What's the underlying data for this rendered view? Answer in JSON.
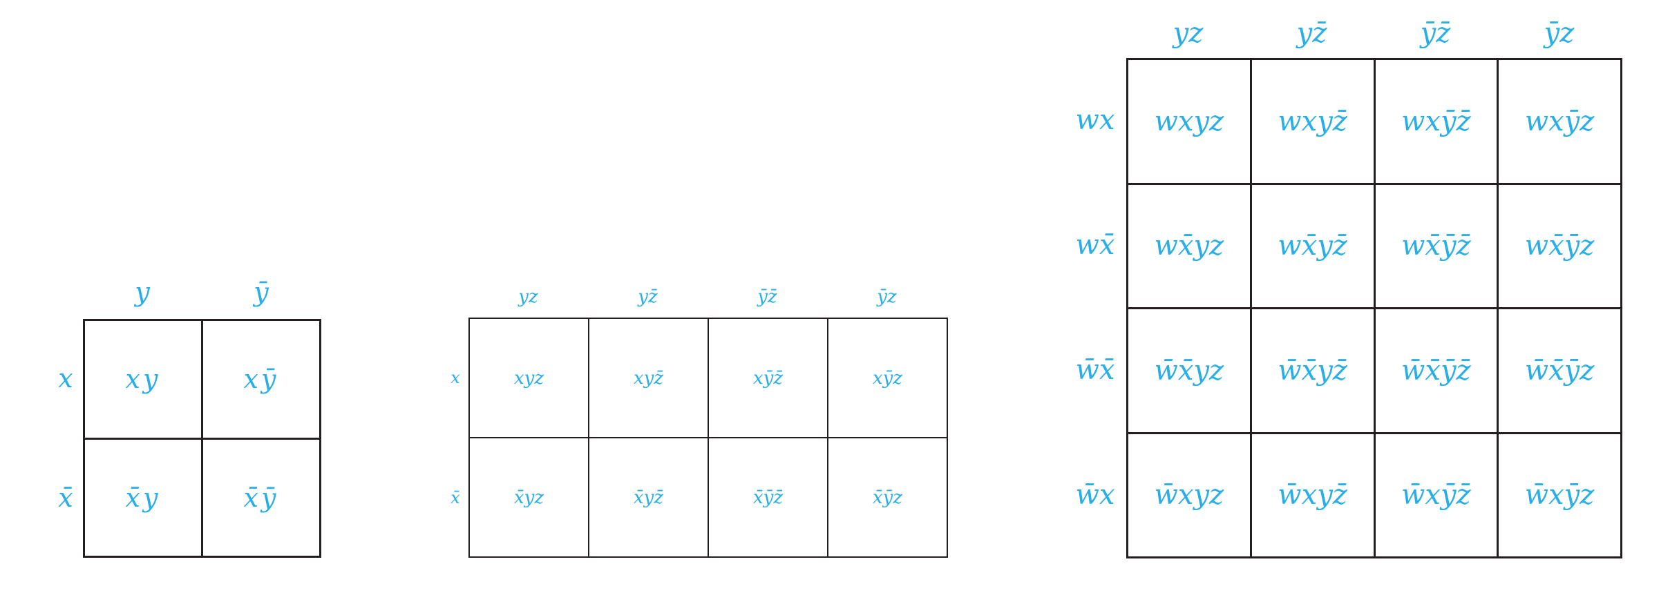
{
  "maps": [
    {
      "columns": [
        "y",
        "ȳ"
      ],
      "rows": [
        "x",
        "x̄"
      ],
      "cells": [
        [
          "xy",
          "xȳ"
        ],
        [
          "x̄y",
          "x̄ȳ"
        ]
      ]
    },
    {
      "columns": [
        "yz",
        "yz̄",
        "ȳz̄",
        "ȳz"
      ],
      "rows": [
        "x",
        "x̄"
      ],
      "cells": [
        [
          "xyz",
          "xyz̄",
          "xȳz̄",
          "xȳz"
        ],
        [
          "x̄yz",
          "x̄yz̄",
          "x̄ȳz̄",
          "x̄ȳz"
        ]
      ]
    },
    {
      "columns": [
        "yz",
        "yz̄",
        "ȳz̄",
        "ȳz"
      ],
      "rows": [
        "wx",
        "wx̄",
        "w̄x̄",
        "w̄x"
      ],
      "cells": [
        [
          "wxyz",
          "wxyz̄",
          "wxȳz̄",
          "wxȳz"
        ],
        [
          "wx̄yz",
          "wx̄yz̄",
          "wx̄ȳz̄",
          "wx̄ȳz"
        ],
        [
          "w̄x̄yz",
          "w̄x̄yz̄",
          "w̄x̄ȳz̄",
          "w̄x̄ȳz"
        ],
        [
          "w̄xyz",
          "w̄xyz̄",
          "w̄xȳz̄",
          "w̄xȳz"
        ]
      ]
    }
  ]
}
